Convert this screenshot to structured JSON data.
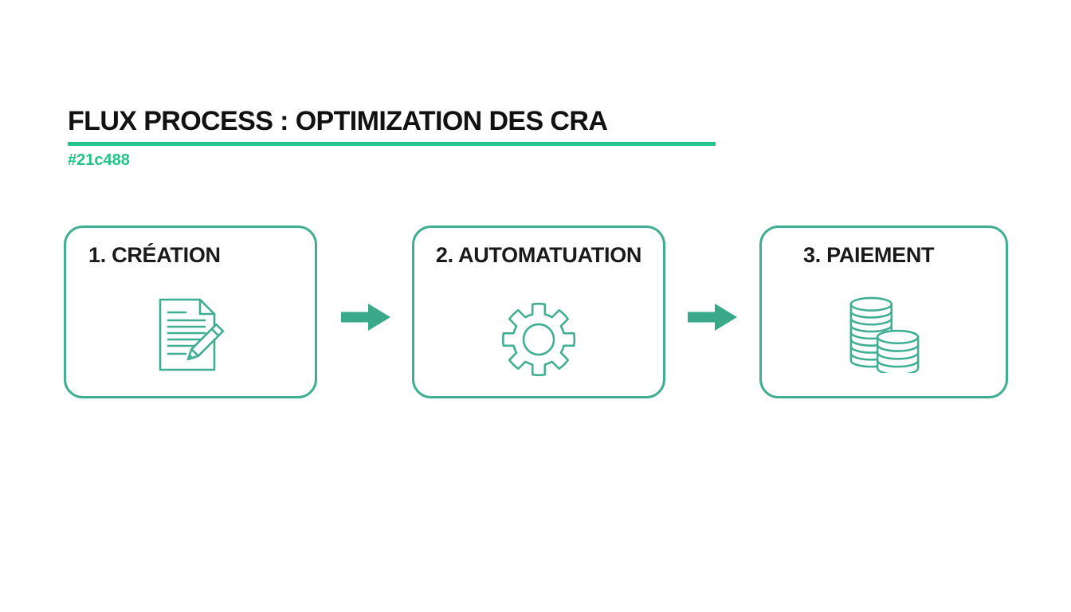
{
  "colors": {
    "accent": "#21c488",
    "box_border": "#3fae92",
    "arrow": "#3aa98a",
    "title_text": "#111111",
    "label_text": "#1a1a1a",
    "background": "#ffffff"
  },
  "header": {
    "title": "FLUX PROCESS : OPTIMIZATION DES CRA",
    "color_code": "#21c488"
  },
  "steps": [
    {
      "label": "1. CRÉATION",
      "icon": "document-pencil-icon"
    },
    {
      "label": "2. AUTOMATUATION",
      "icon": "gear-icon"
    },
    {
      "label": "3. PAIEMENT",
      "icon": "coin-stacks-icon"
    }
  ]
}
